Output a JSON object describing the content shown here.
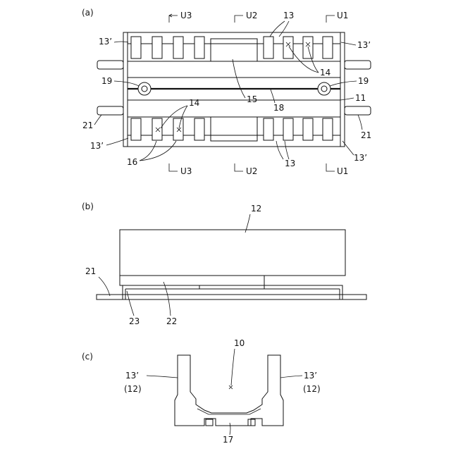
{
  "panel_a": {
    "label": "(a)",
    "section_labels": {
      "u3": "U3",
      "u2": "U2",
      "u1": "U1"
    },
    "refs": {
      "r13": "13",
      "r13p": "13’",
      "r14": "14",
      "r11": "11",
      "r15": "15",
      "r18": "18",
      "r19": "19",
      "r21": "21",
      "r16": "16"
    }
  },
  "panel_b": {
    "label": "(b)",
    "refs": {
      "r12": "12",
      "r21": "21",
      "r23": "23",
      "r22": "22"
    }
  },
  "panel_c": {
    "label": "(c)",
    "refs": {
      "r10": "10",
      "r13p": "13’",
      "r12p": "(12)",
      "r17": "17"
    }
  }
}
